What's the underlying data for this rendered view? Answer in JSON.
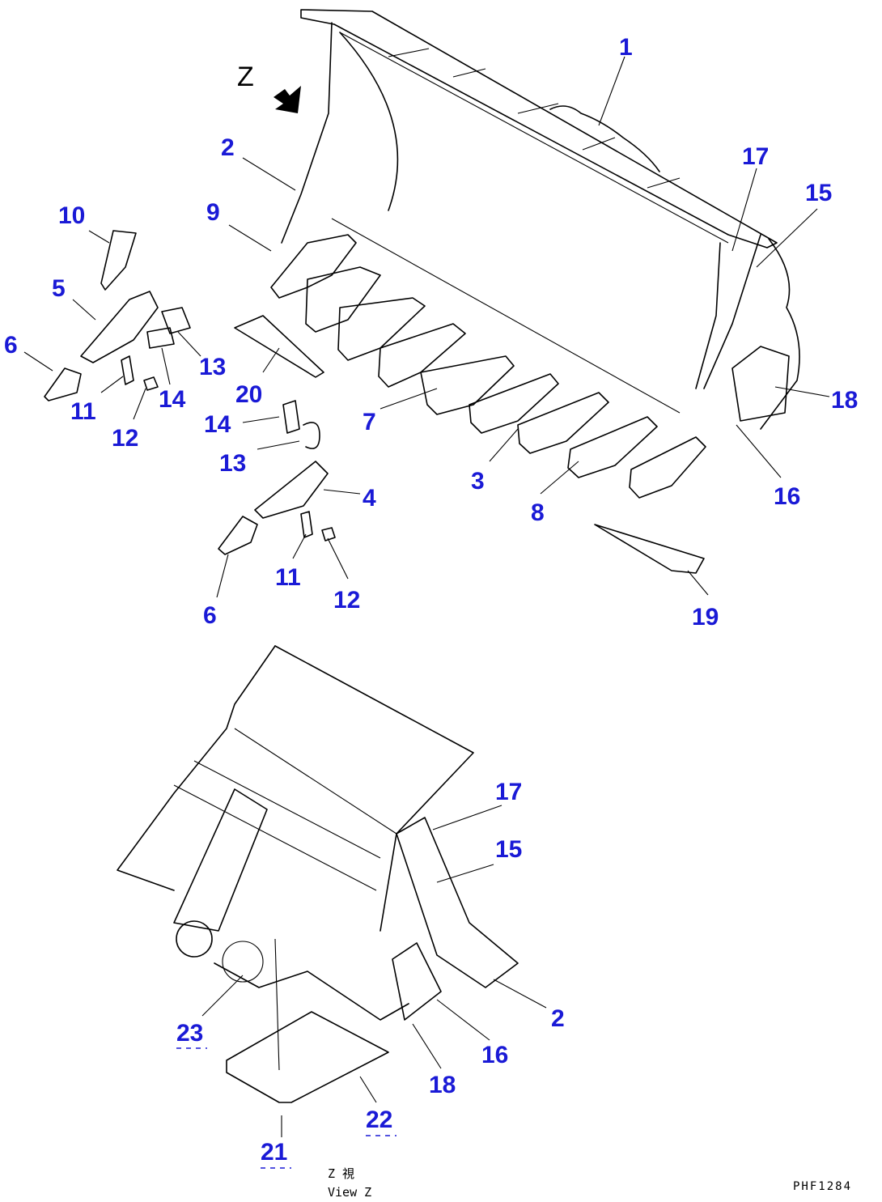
{
  "view_marker": "Z",
  "view_caption": {
    "line1": "Z 視",
    "line2": "View Z"
  },
  "drawing_code": "PHF1284",
  "callouts": [
    "1",
    "2",
    "9",
    "10",
    "5",
    "6",
    "11",
    "12",
    "14",
    "13",
    "20",
    "14",
    "13",
    "7",
    "3",
    "8",
    "4",
    "6",
    "11",
    "12",
    "17",
    "15",
    "18",
    "16",
    "19",
    "17",
    "15",
    "2",
    "16",
    "18",
    "23",
    "22",
    "21"
  ]
}
